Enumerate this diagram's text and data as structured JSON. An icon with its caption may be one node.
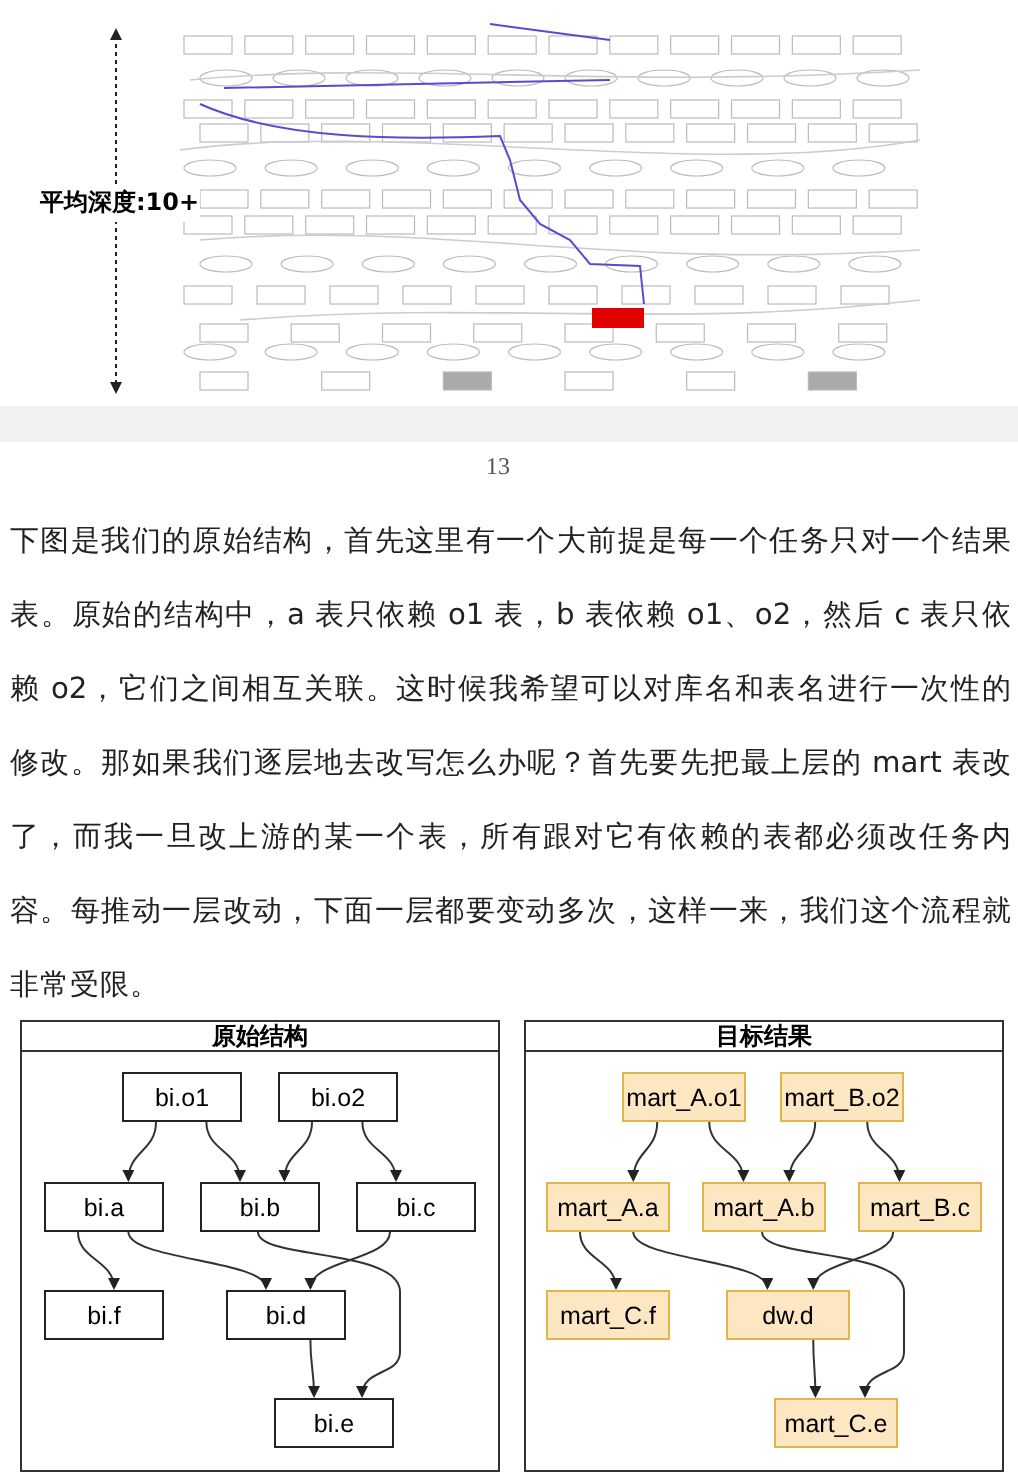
{
  "diagram": {
    "nodes": [
      {
        "text": [
          "原始结构"
        ]
      },
      {
        "text": [
          "bi.o1"
        ],
        "in": 0
      },
      {
        "text": [
          "bi.o2"
        ],
        "in": 0
      },
      {
        "text": [
          "bi.a"
        ],
        "in": 0
      },
      {
        "text": [
          "bi.b"
        ],
        "in": 0
      },
      {
        "text": [
          "bi.c"
        ],
        "in": 0
      },
      {
        "text": [
          "bi.f"
        ],
        "in": 0
      },
      {
        "text": [
          "bi.d"
        ],
        "in": 0
      },
      {
        "text": [
          "bi.e"
        ],
        "in": 0
      },
      {
        "text": [
          "目标结果"
        ]
      },
      {
        "text": [
          "mart_A.o1"
        ],
        "in": 9
      },
      {
        "text": [
          "mart_B.o2"
        ],
        "in": 9
      },
      {
        "text": [
          "mart_A.a"
        ],
        "in": 9
      },
      {
        "text": [
          "mart_A.b"
        ],
        "in": 9
      },
      {
        "text": [
          "mart_B.c"
        ],
        "in": 9
      },
      {
        "text": [
          "mart_C.f"
        ],
        "in": 9
      },
      {
        "text": [
          "dw.d"
        ],
        "in": 9
      },
      {
        "text": [
          "mart_C.e"
        ],
        "in": 9
      }
    ],
    "edges": [
      {
        "from": 1,
        "to": 3,
        "arrow": "to"
      },
      {
        "from": 1,
        "to": 4,
        "arrow": "to"
      },
      {
        "from": 2,
        "to": 4,
        "arrow": "to"
      },
      {
        "from": 2,
        "to": 5,
        "arrow": "to"
      },
      {
        "from": 3,
        "to": 6,
        "arrow": "to"
      },
      {
        "from": 3,
        "to": 7,
        "arrow": "to"
      },
      {
        "from": 4,
        "to": 8,
        "arrow": "to"
      },
      {
        "from": 5,
        "to": 7,
        "arrow": "to"
      },
      {
        "from": 7,
        "to": 8,
        "arrow": "to"
      },
      {
        "from": 10,
        "to": 12,
        "arrow": "to"
      },
      {
        "from": 10,
        "to": 13,
        "arrow": "to"
      },
      {
        "from": 11,
        "to": 13,
        "arrow": "to"
      },
      {
        "from": 11,
        "to": 14,
        "arrow": "to"
      },
      {
        "from": 12,
        "to": 15,
        "arrow": "to"
      },
      {
        "from": 12,
        "to": 16,
        "arrow": "to"
      },
      {
        "from": 13,
        "to": 17,
        "arrow": "to"
      },
      {
        "from": 14,
        "to": 16,
        "arrow": "to"
      },
      {
        "from": 16,
        "to": 17,
        "arrow": "to"
      }
    ],
    "labels": [
      "平均深度:10+",
      "13",
      "下图是我们的原始结构，首先这里有一个大前提是每一个任务只对一个结果表。原始的结构中，a 表只依赖 o1 表，b 表依赖 o1、o2，然后 c 表只依赖 o2，它们之间相互关联。这时候我希望可以对库名和表名进行一次性的修改。那如果我们逐层地去改写怎么办呢？首先要先把最上层的 mart 表改了，而我一旦改上游的某一个表，所有跟对它有依赖的表都必须改任务内容。每推动一层改动，下面一层都要变动多次，这样一来，我们这个流程就非常受限。"
    ]
  }
}
